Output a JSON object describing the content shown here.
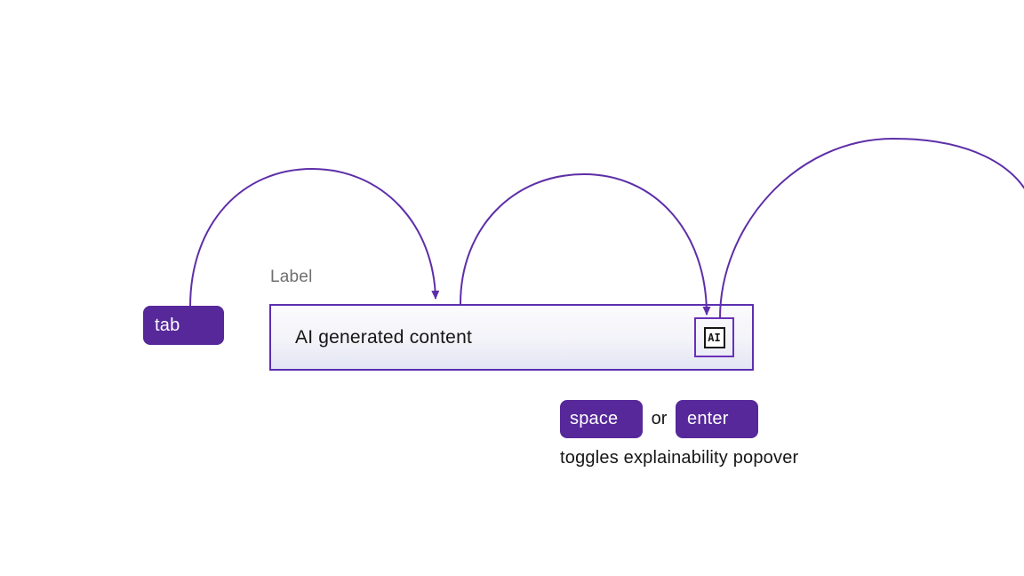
{
  "keys": {
    "tab": "tab",
    "space": "space",
    "enter": "enter"
  },
  "or_text": "or",
  "caption": "toggles explainability popover",
  "field": {
    "label": "Label",
    "value": "AI generated content",
    "ai_badge": "AI"
  },
  "colors": {
    "key_bg": "#56289a",
    "key_text": "#ffffff",
    "arc_stroke": "#5e2ea8",
    "field_border": "#5c2fae",
    "field_bg_top": "#fbfbfd",
    "field_bg_mid": "#f3f3f9",
    "field_bg_bottom": "#e2e5f4",
    "badge_ring": "#6a30b8",
    "badge_border": "#161616",
    "text_dark": "#161616",
    "label_gray": "#6f6f6f"
  }
}
